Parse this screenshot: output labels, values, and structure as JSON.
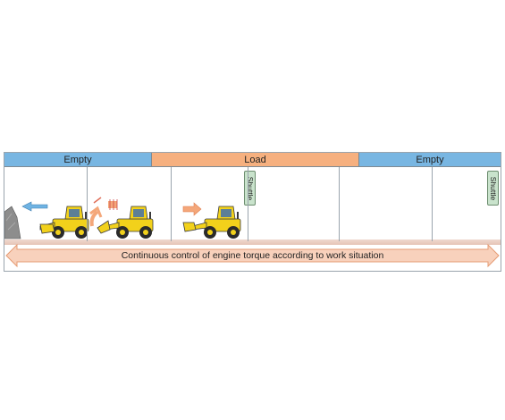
{
  "phases": [
    {
      "label": "Empty",
      "type": "empty"
    },
    {
      "label": "Load",
      "type": "load"
    },
    {
      "label": "Empty",
      "type": "empty"
    }
  ],
  "shuttle_label": "Shuttle",
  "banner_text": "Continuous control of engine torque according to work situation",
  "colors": {
    "empty": "#78b6e2",
    "load": "#f6b07f",
    "loader_body": "#f2d11b",
    "arrow_blue": "#6fb3e3",
    "arrow_orange": "#f4a77a",
    "shuttle_bg": "#c9e3cc",
    "ground": "#ecd0c4"
  }
}
